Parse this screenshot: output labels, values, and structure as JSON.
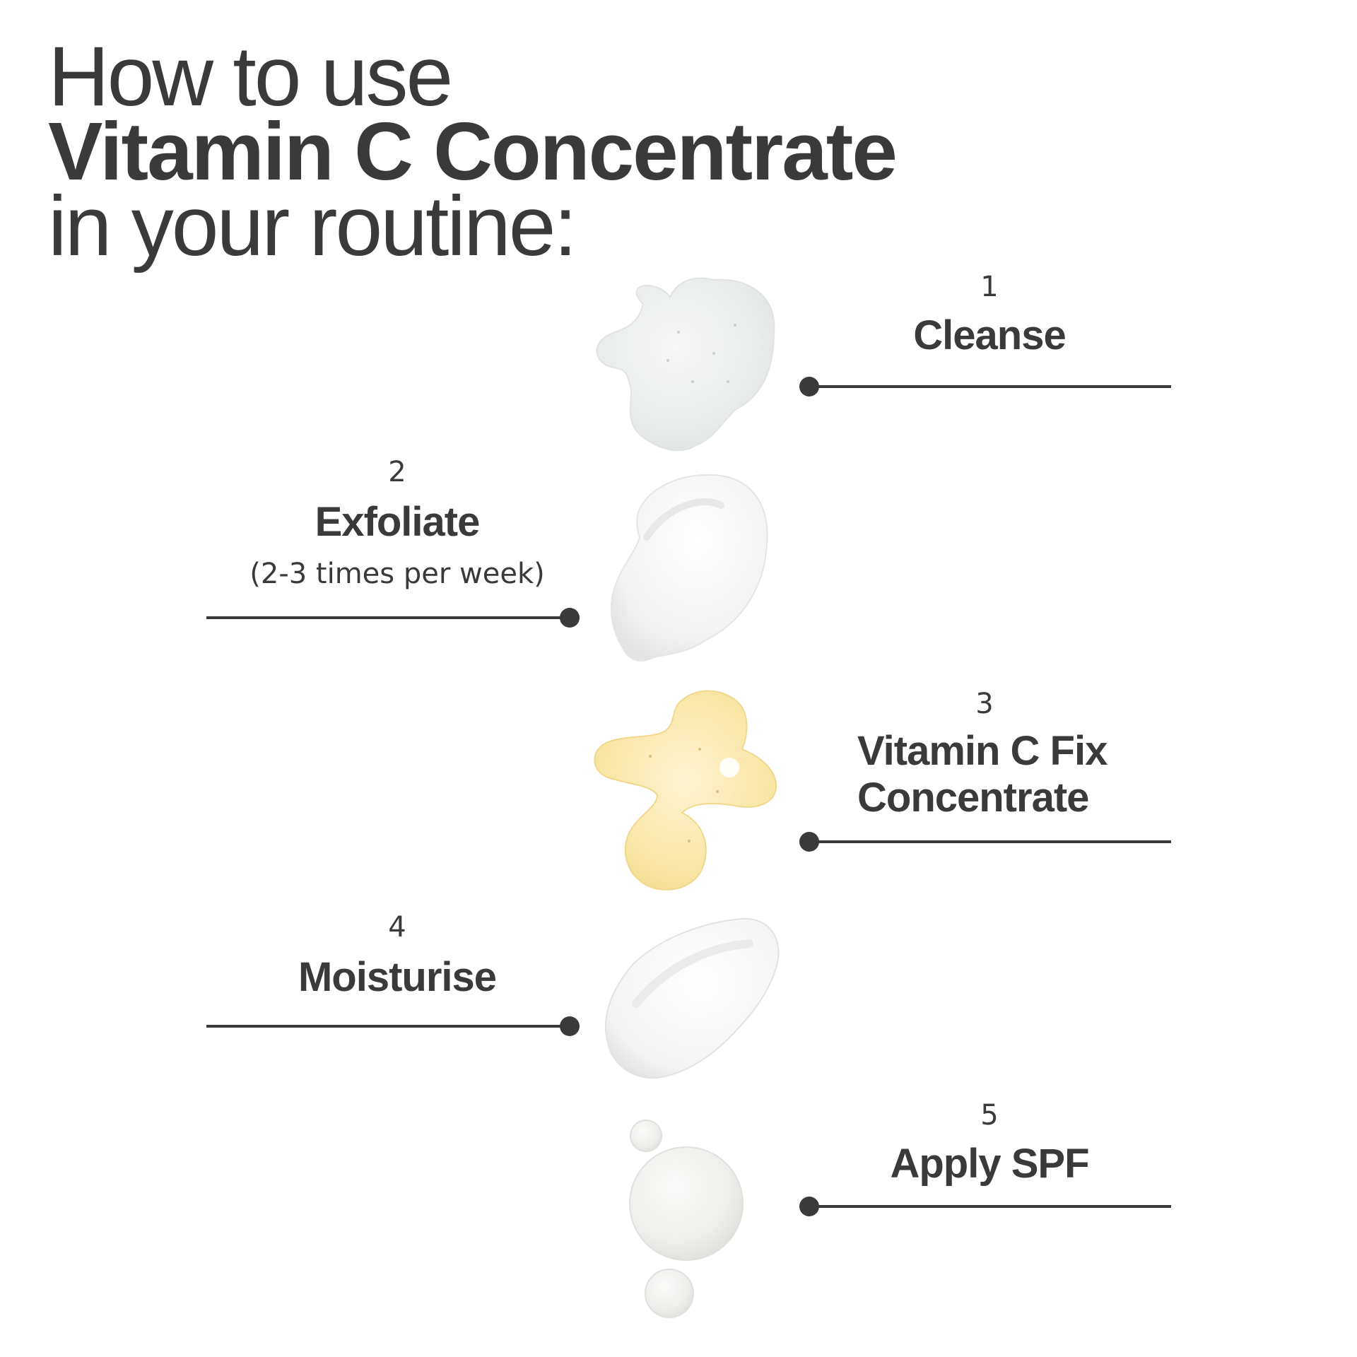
{
  "headline": {
    "line1": "How to use",
    "line2": "Vitamin C Concentrate",
    "line3": "in your routine:"
  },
  "steps": [
    {
      "number": "1",
      "name": "Cleanse",
      "side": "right",
      "texture": "clear-gel"
    },
    {
      "number": "2",
      "name": "Exfoliate",
      "note": "(2-3 times per week)",
      "side": "left",
      "texture": "white-paste"
    },
    {
      "number": "3",
      "name_line1": "Vitamin C Fix",
      "name_line2": "Concentrate",
      "side": "right",
      "texture": "yellow-serum"
    },
    {
      "number": "4",
      "name": "Moisturise",
      "side": "left",
      "texture": "white-cream"
    },
    {
      "number": "5",
      "name": "Apply SPF",
      "side": "right",
      "texture": "lotion-drops"
    }
  ],
  "colors": {
    "text": "#3a3a3a",
    "background": "#ffffff",
    "serum": "#fbe9b0"
  }
}
